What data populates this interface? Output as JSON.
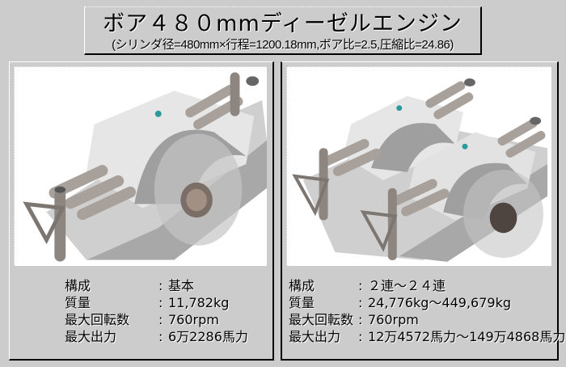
{
  "header": {
    "title": "ボア４８０mmディーゼルエンジン",
    "subtitle": "(シリンダ径=480mm×行程=1200.18mm,ボア比=2.5,圧縮比=24.86)"
  },
  "panels": [
    {
      "image_label": "single-engine-render",
      "specs": [
        {
          "label": "構成",
          "value": "基本"
        },
        {
          "label": "質量",
          "value": "11,782kg"
        },
        {
          "label": "最大回転数",
          "value": "760rpm"
        },
        {
          "label": "最大出力",
          "value": "6万2286馬力"
        }
      ]
    },
    {
      "image_label": "twin-engine-render",
      "specs": [
        {
          "label": "構成",
          "value": "２連～２４連"
        },
        {
          "label": "質量",
          "value": "24,776kg～449,679kg"
        },
        {
          "label": "最大回転数",
          "value": "760rpm"
        },
        {
          "label": "最大出力",
          "value": "12万4572馬力～149万4868馬力"
        }
      ]
    }
  ],
  "separator": ":",
  "colors": {
    "background": "#cccccc",
    "image_bg": "#ffffff",
    "engine_body": "#d8d8d8",
    "engine_shadow": "#9a9a9a",
    "pipe": "#8c8580",
    "accent_teal": "#2a9a9a"
  }
}
